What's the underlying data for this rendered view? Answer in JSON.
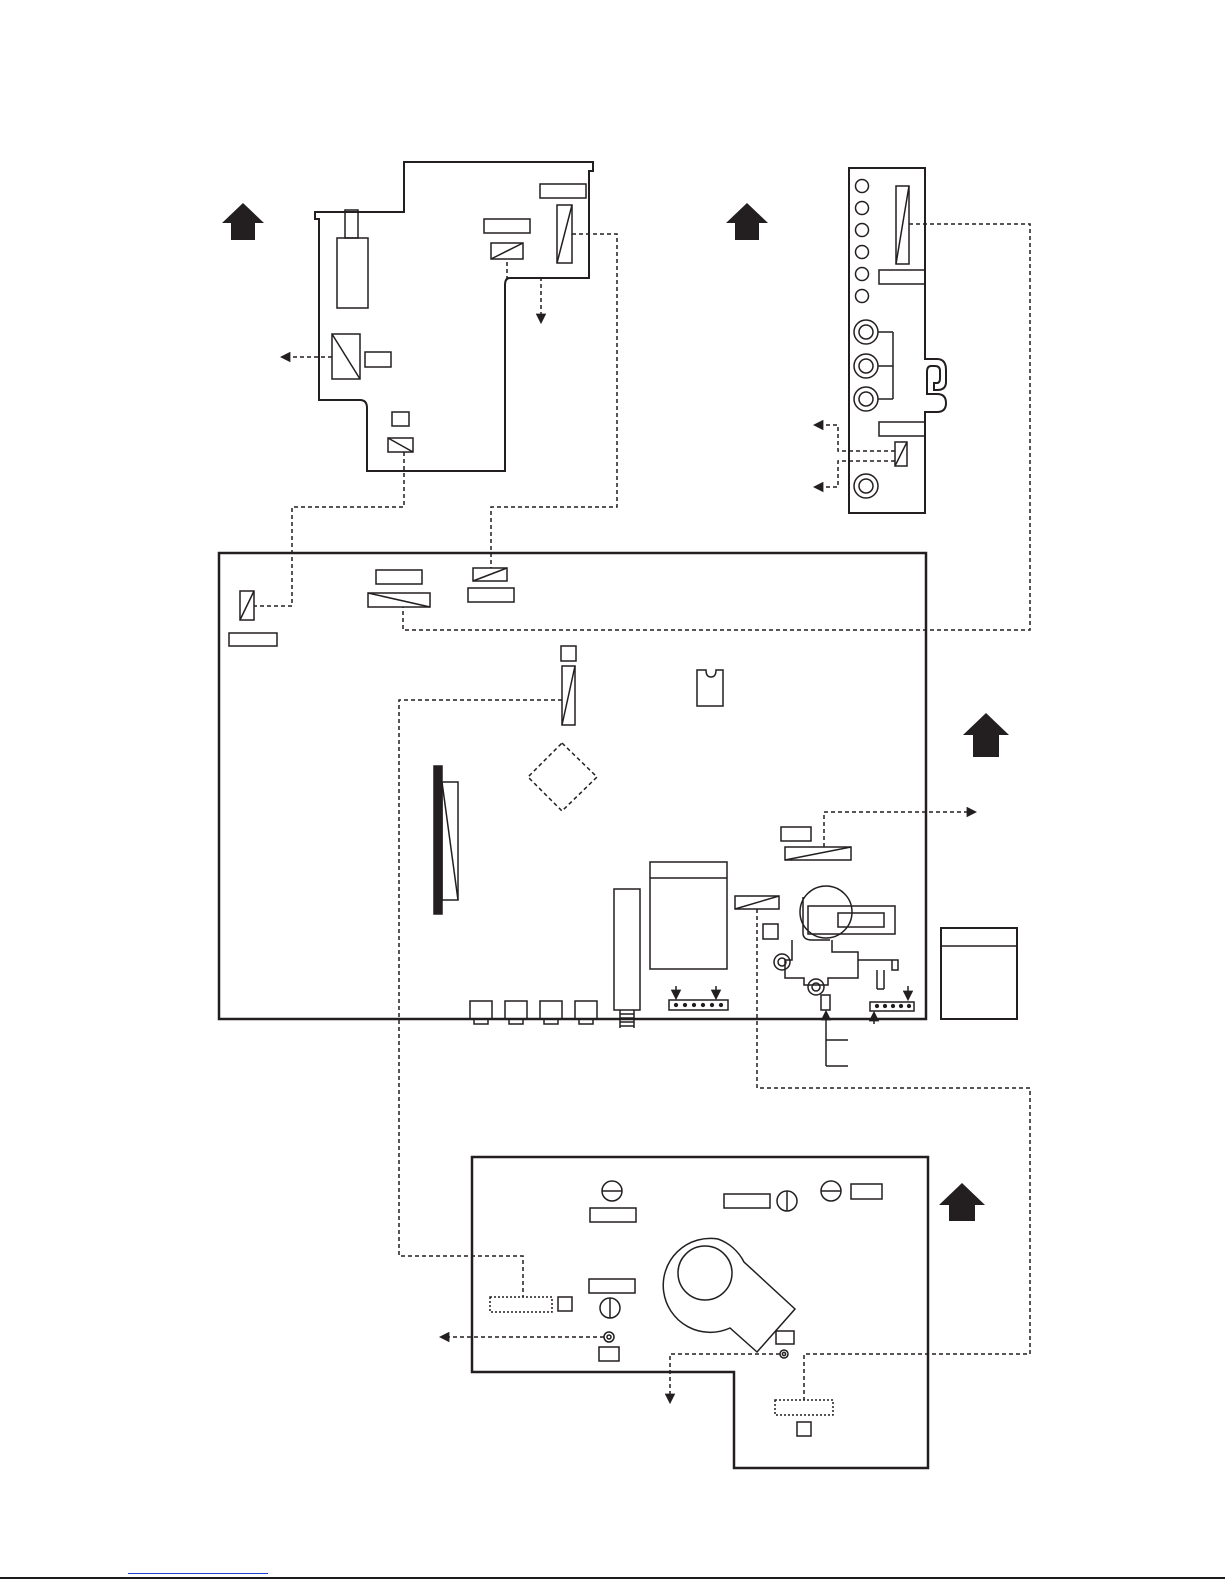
{
  "diagram": {
    "line_color": "#231f20",
    "background": "#ffffff",
    "link_color": "#1f3fd1",
    "boards": [
      "upper-left-board",
      "upper-right-jack-board",
      "main-board",
      "lower-board",
      "side-module"
    ],
    "direction_marker": "up-arrow-icon"
  }
}
